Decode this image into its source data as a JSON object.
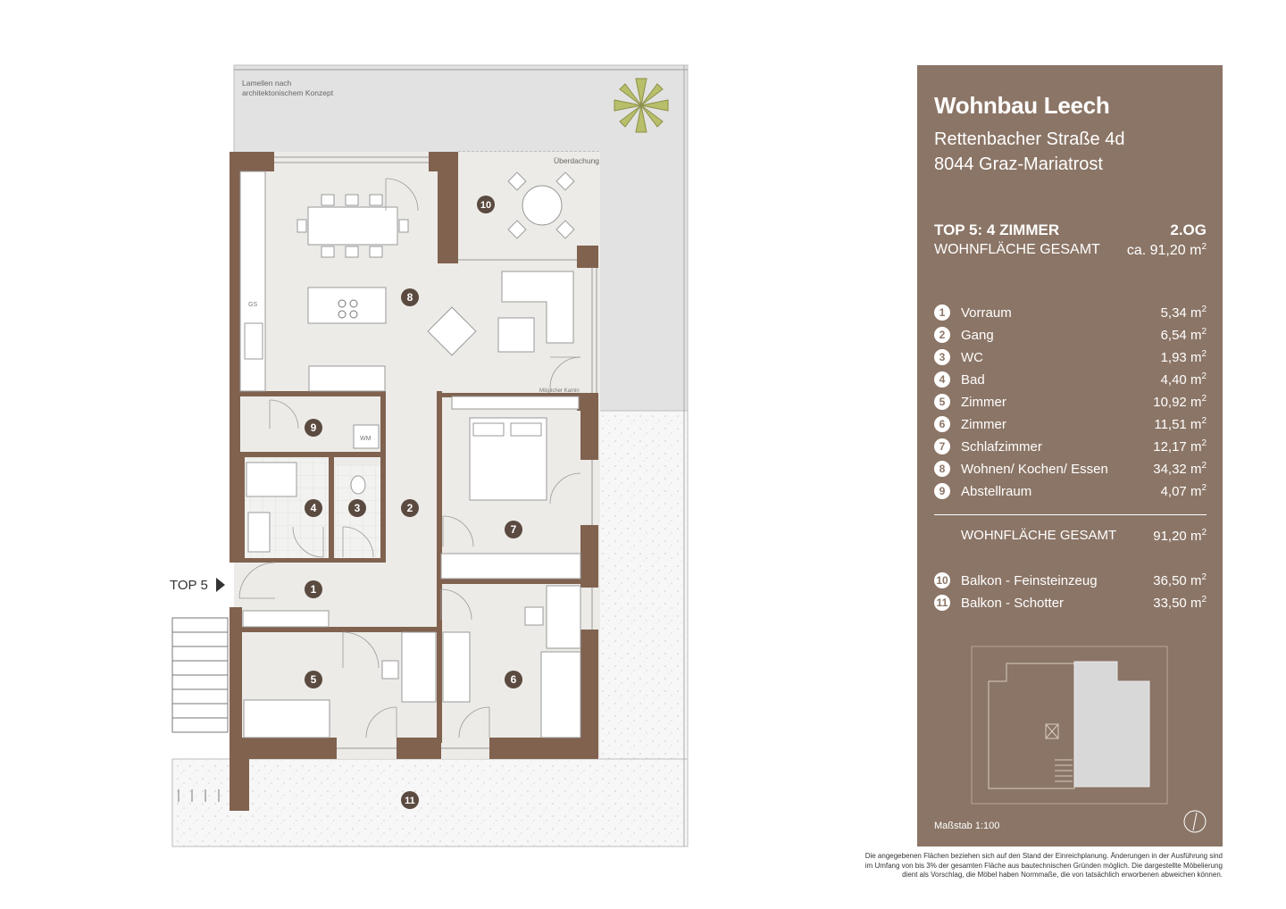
{
  "plan": {
    "lamellen_note_line1": "Lamellen nach",
    "lamellen_note_line2": "architektonischem Konzept",
    "ueberdachung": "Überdachung",
    "kamin": "Möglicher Kamin",
    "gs": "GS",
    "wm": "WM",
    "entrance_label": "TOP 5",
    "room_numbers": [
      "1",
      "2",
      "3",
      "4",
      "5",
      "6",
      "7",
      "8",
      "9",
      "10",
      "11"
    ]
  },
  "panel": {
    "title": "Wohnbau Leech",
    "address_line1": "Rettenbacher Straße 4d",
    "address_line2": "8044 Graz-Mariatrost",
    "unit": "TOP 5: 4 ZIMMER",
    "floor": "2.OG",
    "area_label": "WOHNFLÄCHE GESAMT",
    "area_value": "ca. 91,20 m",
    "unit_sup": "2",
    "rooms": [
      {
        "num": "1",
        "name": "Vorraum",
        "area": "5,34 m"
      },
      {
        "num": "2",
        "name": "Gang",
        "area": "6,54 m"
      },
      {
        "num": "3",
        "name": "WC",
        "area": "1,93 m"
      },
      {
        "num": "4",
        "name": "Bad",
        "area": "4,40 m"
      },
      {
        "num": "5",
        "name": "Zimmer",
        "area": "10,92 m"
      },
      {
        "num": "6",
        "name": "Zimmer",
        "area": "11,51 m"
      },
      {
        "num": "7",
        "name": "Schlafzimmer",
        "area": "12,17 m"
      },
      {
        "num": "8",
        "name": "Wohnen/ Kochen/ Essen",
        "area": "34,32 m"
      },
      {
        "num": "9",
        "name": "Abstellraum",
        "area": "4,07 m"
      }
    ],
    "total_label": "WOHNFLÄCHE GESAMT",
    "total_value": "91,20 m",
    "balconies": [
      {
        "num": "10",
        "name": "Balkon - Feinsteinzeug",
        "area": "36,50 m"
      },
      {
        "num": "11",
        "name": "Balkon - Schotter",
        "area": "33,50 m"
      }
    ],
    "scale": "Maßstab 1:100"
  },
  "disclaimer": {
    "line1": "Die angegebenen Flächen beziehen sich auf den Stand der Einreichplanung. Änderungen in der Ausführung sind",
    "line2": "im Umfang von bis 3% der gesamten Fläche aus bautechnischen Gründen möglich. Die dargestellte Möbelierung",
    "line3": "dient als Vorschlag, die Möbel haben Normmaße, die von tatsächlich erworbenen abweichen können."
  },
  "colors": {
    "wall": "#80624f",
    "floor": "#ecebe7",
    "terrace": "#e2e2e2",
    "panel": "#8b7566",
    "badge": "#5a4a40"
  }
}
